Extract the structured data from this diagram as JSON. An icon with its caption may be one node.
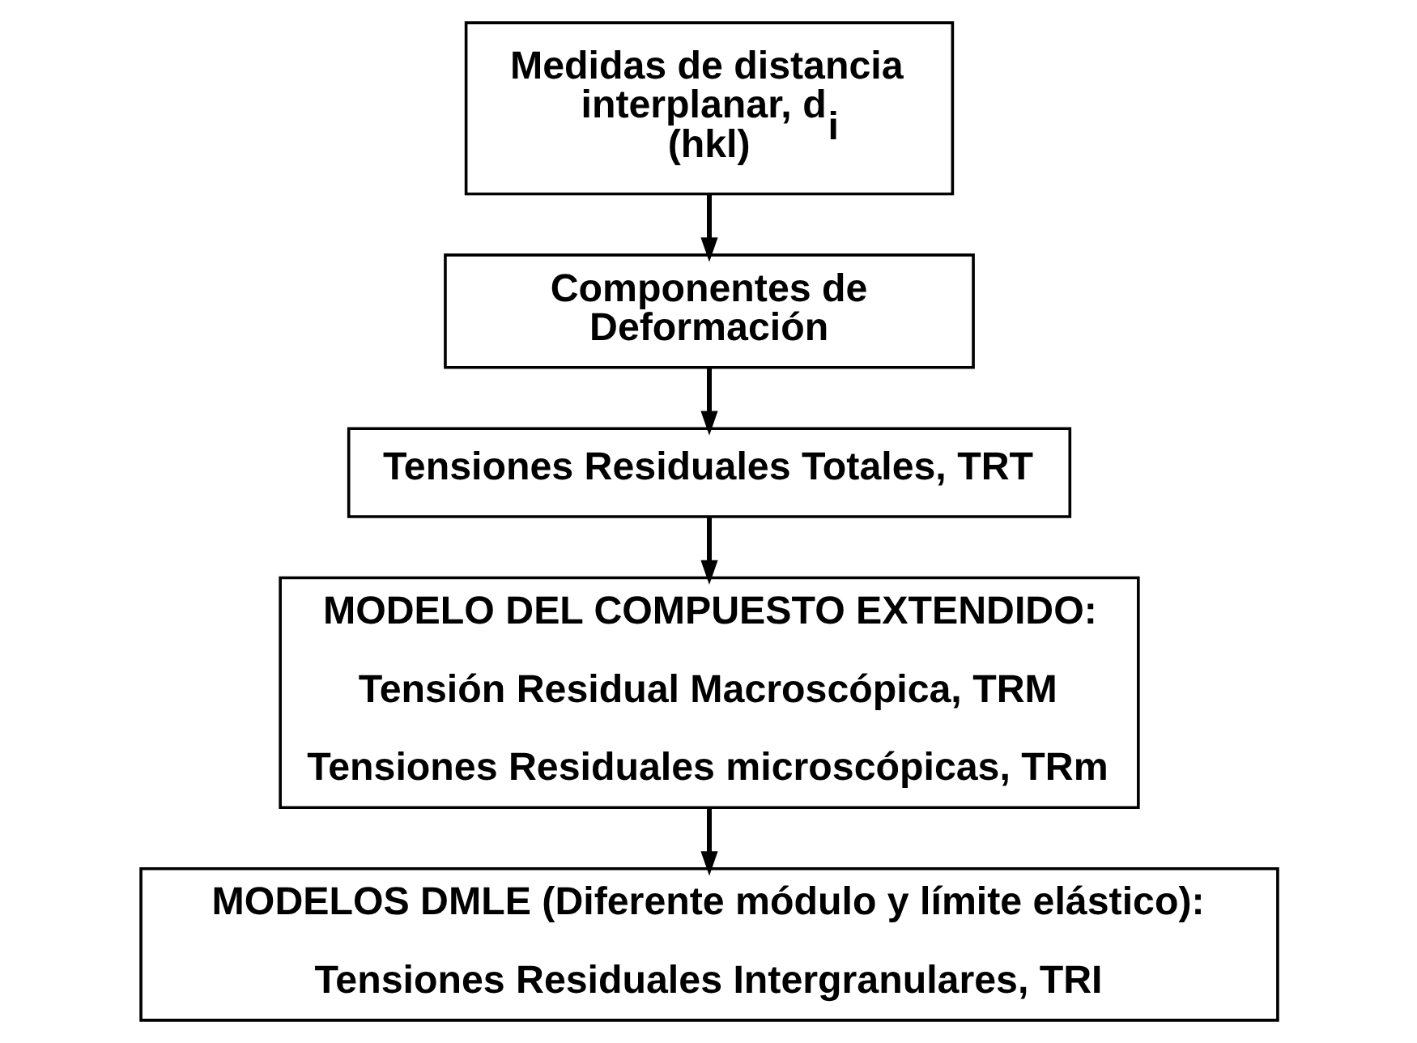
{
  "diagram": {
    "nodes": [
      {
        "text": [
          "Medidas de distancia interplanar, d$_{i}$ (hkl)"
        ]
      },
      {
        "text": [
          "Componentes de Deformación"
        ]
      },
      {
        "text": [
          "Tensiones Residuales Totales, TRT"
        ]
      },
      {
        "text": [
          "MODELO DEL COMPUESTO EXTENDIDO:",
          "Tensión Residual Macroscópica, TRM",
          "Tensiones Residuales microscópicas, TRm"
        ]
      },
      {
        "text": [
          "MODELOS DMLE (Diferente módulo y límite elástico):",
          "Tensiones Residuales Intergranulares, TRI"
        ]
      }
    ],
    "edges": [
      {
        "from": 0,
        "to": 1,
        "arrow": "to"
      },
      {
        "from": 1,
        "to": 2,
        "arrow": "to"
      },
      {
        "from": 2,
        "to": 3,
        "arrow": "to"
      },
      {
        "from": 3,
        "to": 4,
        "arrow": "to"
      }
    ]
  }
}
